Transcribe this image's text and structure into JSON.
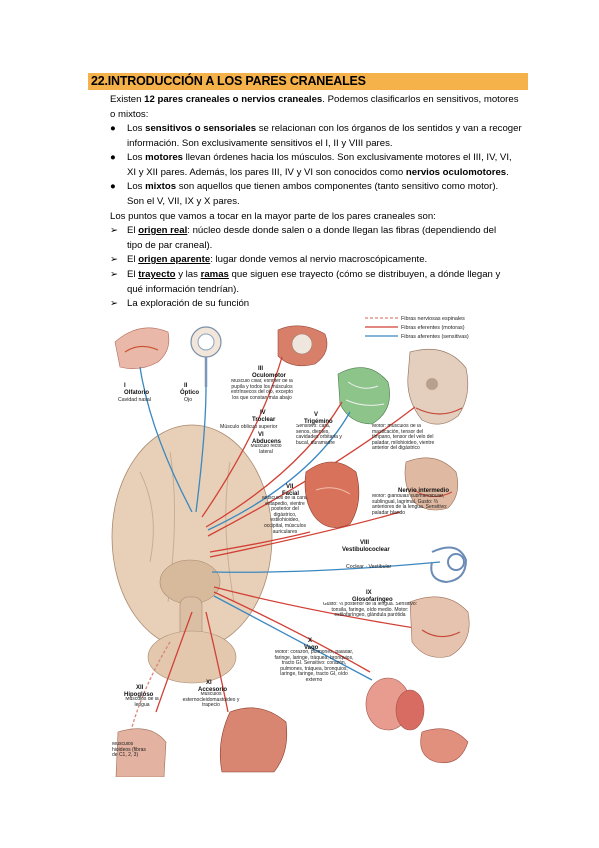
{
  "heading": "22.INTRODUCCIÓN A LOS PARES CRANEALES",
  "intro": {
    "pre": "Existen ",
    "bold": "12 pares craneales o nervios craneales",
    "post1": ". Podemos clasificarlos en sensitivos, motores",
    "post2": "o mixtos:"
  },
  "bullets": [
    {
      "l1_pre": "Los ",
      "l1_bold": "sensitivos o sensoriales",
      "l1_post": " se relacionan con los órganos de los sentidos y van a recoger",
      "l2": "información. Son exclusivamente sensitivos el I, II y VIII pares."
    },
    {
      "l1_pre": "Los ",
      "l1_bold": "motores",
      "l1_post": " llevan órdenes hacia los músculos. Son exclusivamente motores el III, IV, VI,",
      "l2_pre": "XI y XII pares. Además, los pares III, IV y VI son conocidos como ",
      "l2_bold": "nervios oculomotores",
      "l2_post": "."
    },
    {
      "l1_pre": "Los ",
      "l1_bold": "mixtos",
      "l1_post": " son aquellos que tienen ambos componentes (tanto sensitivo como motor).",
      "l2": "Son el V, VII, IX y X pares."
    }
  ],
  "points_intro": "Los puntos que vamos a tocar en la mayor parte de los pares craneales son:",
  "points": [
    {
      "pre": "El ",
      "term": "origen real",
      "post": ": núcleo desde donde salen o a donde llegan las fibras (dependiendo del",
      "l2": "tipo de par craneal)."
    },
    {
      "pre": "El ",
      "term": "origen aparente",
      "post": ": lugar donde vemos al nervio macroscópicamente."
    },
    {
      "pre": "El ",
      "term": "trayecto",
      "mid": " y las ",
      "term2": "ramas",
      "post": " que siguen ese trayecto (cómo se distribuyen, a dónde llegan y",
      "l2": "qué información tendrían)."
    },
    {
      "pre": "La exploración de su función"
    }
  ],
  "figure": {
    "legend": [
      "Fibras nerviosas espinales",
      "Fibras eferentes (motoras)",
      "Fibras aferentes (sensitivas)"
    ],
    "legend_colors": [
      "#d9837a",
      "#d24035",
      "#3a88c0"
    ],
    "nerves": [
      {
        "num": "I",
        "name": "Olfatorio",
        "desc": "Cavidad nasal"
      },
      {
        "num": "II",
        "name": "Óptico",
        "desc": "Ojo"
      },
      {
        "num": "III",
        "name": "Oculomotor",
        "desc": "Músculo ciliar, esfínter de la pupila y todos los músculos extrínsecos del ojo, excepto los que constan más abajo"
      },
      {
        "num": "IV",
        "name": "Troclear",
        "desc": "Músculo oblicuo superior"
      },
      {
        "num": "VI",
        "name": "Abducens",
        "desc": "Músculo recto lateral"
      },
      {
        "num": "V",
        "name": "Trigémino",
        "desc": "Sensitivo: cara, senos, dientes, cavidades orbitaria y bucal, duramadre"
      },
      {
        "num": "",
        "name": "",
        "desc": "Motor: músculos de la masticación, tensor del tímpano, tensor del velo del paladar, milohioideo, vientre anterior del digástrico"
      },
      {
        "num": "VII",
        "name": "Facial",
        "desc": "Músculos de la cara, estapedio, vientre posterior del digástrico, estilohioideo, occipital, músculos auriculares"
      },
      {
        "num": "",
        "name": "Nervio intermedio",
        "desc": "Motor: glándulas submandibular, sublingual, lagrimal. Gusto: ⅔ anteriores de la lengua. Sensitivo: paladar blando"
      },
      {
        "num": "VIII",
        "name": "Vestibulococlear",
        "desc": "Coclear · Vestibular"
      },
      {
        "num": "IX",
        "name": "Glosofaríngeo",
        "desc": "Gusto: ⅓ posterior de la lengua. Sensitivo: tonsila, faringe, oído medio. Motor: estilofaríngeo, glándula parótida"
      },
      {
        "num": "X",
        "name": "Vago",
        "desc": "Motor: corazón, pulmones, paladar, faringe, laringe, tráquea, bronquios, tracto GI. Sensitivo: corazón, pulmones, tráquea, bronquios, laringe, faringe, tracto GI, oído externo"
      },
      {
        "num": "XI",
        "name": "Accesorio",
        "desc": "Músculos esternocleidomastoideo y trapecio"
      },
      {
        "num": "XII",
        "name": "Hipogloso",
        "desc": "Músculos de la lengua"
      },
      {
        "num": "",
        "name": "",
        "desc": "Músculos hioideos (fibras de C1, 2, 3)"
      }
    ]
  }
}
